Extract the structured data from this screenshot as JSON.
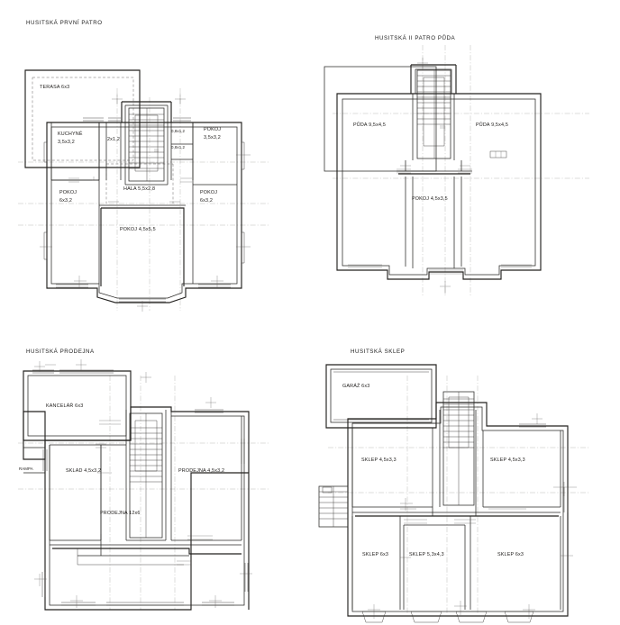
{
  "document": {
    "kind": "architectural-floor-plans",
    "sheet_count": 4
  },
  "plans": [
    {
      "id": "first-floor",
      "title": "HUSITSKÁ PRVNÍ PATRO",
      "rooms": [
        {
          "name": "TERASA 6x3"
        },
        {
          "name": "KUCHYNĚ",
          "size": "3,5x3,2"
        },
        {
          "name": "2x1,2"
        },
        {
          "name": "0,8x1,2"
        },
        {
          "name": "0,8x1,2"
        },
        {
          "name": "POKOJ",
          "size": "3,5x3,2"
        },
        {
          "name": "POKOJ",
          "size": "6x3,2"
        },
        {
          "name": "POKOJ",
          "size": "6x3,2"
        },
        {
          "name": "HALA 5,5x2,8"
        },
        {
          "name": "POKOJ 4,5x5,5"
        }
      ]
    },
    {
      "id": "second-floor-attic",
      "title": "HUSITSKÁ II PATRO  PŮDA",
      "rooms": [
        {
          "name": "PŮDA 9,5x4,5"
        },
        {
          "name": "PŮDA 9,5x4,5"
        },
        {
          "name": "POKOJ 4,5x3,5"
        }
      ]
    },
    {
      "id": "shop",
      "title": "HUSITSKÁ  PRODEJNA",
      "rooms": [
        {
          "name": "KANCELÁŘ 6x3"
        },
        {
          "name": "RAMPA"
        },
        {
          "name": "SKLAD 4,5x3,2"
        },
        {
          "name": "PRODEJNA 4,5x3,2"
        },
        {
          "name": "PRODEJNA 12x6"
        }
      ]
    },
    {
      "id": "cellar",
      "title": "HUSITSKÁ  SKLEP",
      "rooms": [
        {
          "name": "GARÁŽ 6x3"
        },
        {
          "name": "SKLEP 4,5x3,3"
        },
        {
          "name": "SKLEP 4,5x3,3"
        },
        {
          "name": "SKLEP 6x3"
        },
        {
          "name": "SKLEP 5,3x4,3"
        },
        {
          "name": "SKLEP 6x3"
        }
      ]
    }
  ],
  "labels": {
    "first": {
      "terasa": "TERASA 6x3",
      "kuchyne_1": "KUCHYNĚ",
      "kuchyne_2": "3,5x3,2",
      "closet": "2x1,2",
      "wc1": "0,8x1,2",
      "wc2": "0,8x1,2",
      "pokoj_ne_1": "POKOJ",
      "pokoj_ne_2": "3,5x3,2",
      "pokoj_w_1": "POKOJ",
      "pokoj_w_2": "6x3,2",
      "pokoj_e_1": "POKOJ",
      "pokoj_e_2": "6x3,2",
      "hala": "HALA 5,5x2,8",
      "pokoj_s": "POKOJ 4,5x5,5"
    },
    "attic": {
      "puda_w": "PŮDA 9,5x4,5",
      "puda_e": "PŮDA 9,5x4,5",
      "pokoj": "POKOJ 4,5x3,5"
    },
    "shop": {
      "kancelar": "KANCELÁŘ 6x3",
      "rampa": "RAMPA",
      "sklad": "SKLAD 4,5x3,2",
      "prodejna_small": "PRODEJNA 4,5x3,2",
      "prodejna_big": "PRODEJNA 12x6"
    },
    "cellar": {
      "garaz": "GARÁŽ 6x3",
      "sklep_nw": "SKLEP 4,5x3,3",
      "sklep_ne": "SKLEP 4,5x3,3",
      "sklep_sw": "SKLEP 6x3",
      "sklep_sc": "SKLEP 5,3x4,3",
      "sklep_se": "SKLEP 6x3"
    }
  },
  "colors": {
    "background": "#ffffff",
    "wall": "#23211f",
    "thin_line": "#3b3936",
    "axis_line": "#8c8a87",
    "text": "#1c1a18"
  }
}
